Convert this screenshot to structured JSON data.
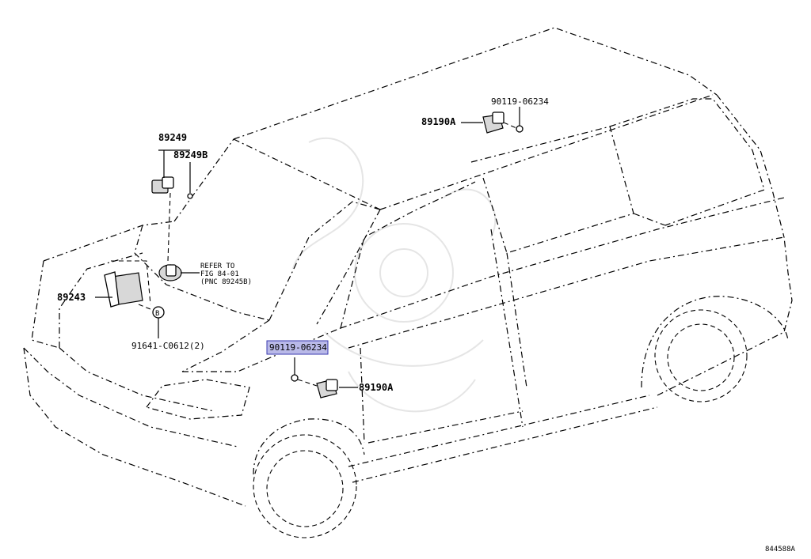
{
  "diagram": {
    "part_labels": {
      "p89249": "89249",
      "p89249b": "89249B",
      "p89190a_top": "89190A",
      "p90119_top": "90119-06234",
      "p89243": "89243",
      "p91641": "91641-C0612(2)",
      "p90119_side": "90119-06234",
      "p89190a_side": "89190A",
      "ref_b_marker": "B"
    },
    "reference_note": {
      "line1": "REFER TO",
      "line2": "FIG 84-01",
      "line3": "(PNC 89245B)"
    },
    "figure_id": "844588A",
    "highlight_color": "#b9b9e8"
  }
}
